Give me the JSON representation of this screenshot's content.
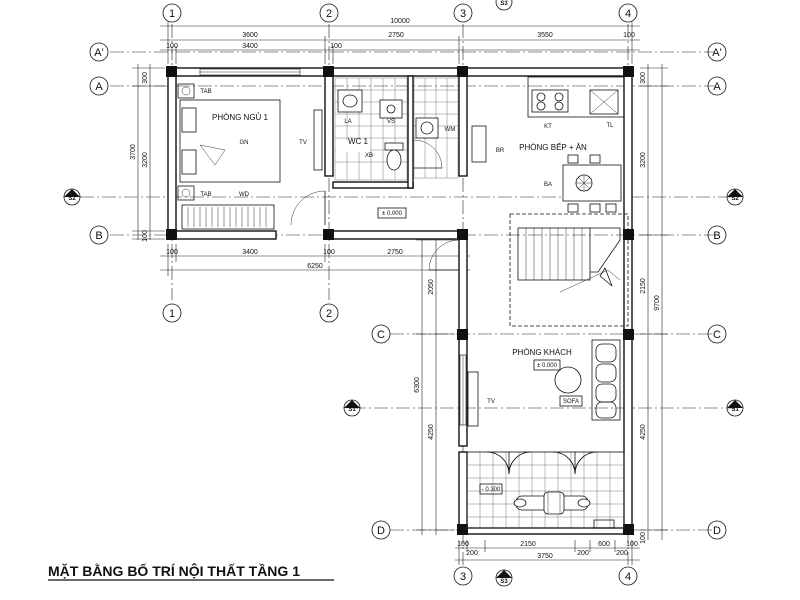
{
  "title": "MẶT BẰNG BỐ TRÍ NỘI THẤT TẦNG 1",
  "grid": {
    "top": [
      "1",
      "2",
      "3",
      "4"
    ],
    "bottom_mid": [
      "1",
      "2"
    ],
    "bottom": [
      "3",
      "4"
    ],
    "left": [
      "A'",
      "A",
      "B"
    ],
    "left_lower": [
      "C",
      "D"
    ],
    "section_top": "S3",
    "section_2": "S2",
    "section_1": "S1"
  },
  "dims_top": {
    "overall": "10000",
    "seg1": "3600",
    "seg2": "2750",
    "seg3": "3550",
    "in1": "3400",
    "edge_a": "100",
    "edge_b": "100",
    "edge_c": "100"
  },
  "dims_mid": {
    "seg1": "3400",
    "seg2": "2750",
    "overall": "6250",
    "edge_a": "100",
    "edge_b": "100"
  },
  "dims_left": {
    "d1": "300",
    "d2": "3700",
    "d3": "3200",
    "d4": "100"
  },
  "dims_right": {
    "d1": "300",
    "d2": "3200",
    "d3": "2150",
    "d4": "9700",
    "d5": "4250",
    "d6": "100"
  },
  "dims_lower_left": {
    "d1": "2050",
    "d2": "6300",
    "d3": "4250"
  },
  "dims_bottom": {
    "s1": "200",
    "s2": "2150",
    "s3": "200",
    "s4": "600",
    "s5": "200",
    "overall": "3750",
    "e1": "100",
    "e2": "100"
  },
  "rooms": {
    "bedroom": "PHÒNG NGỦ 1",
    "wc": "WC 1",
    "kitchen": "PHÒNG BẾP + ĂN",
    "living": "PHÒNG KHÁCH"
  },
  "labels": {
    "tab1": "TAB",
    "tab2": "TAB",
    "gn": "GN",
    "wd": "WD",
    "tv1": "TV",
    "la": "LA",
    "vs": "VS",
    "xb": "XB",
    "wm": "WM",
    "kt": "KT",
    "tl": "TL",
    "br": "BR",
    "ba": "BA",
    "tv2": "TV",
    "sofa": "SOFA"
  },
  "levels": {
    "l1": "± 0.000",
    "l2": "± 0.000",
    "l3": "- 0.300"
  }
}
